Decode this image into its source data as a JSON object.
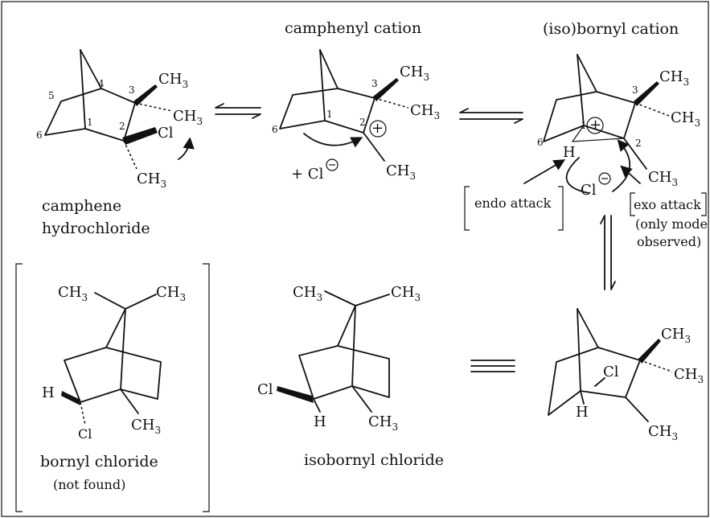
{
  "titles": {
    "camphenyl": "camphenyl cation",
    "isobornyl_cation": "(iso)bornyl cation"
  },
  "groups": {
    "ch3": "CH",
    "ch3_sub": "3",
    "cl": "Cl",
    "h": "H",
    "cl_minus": "Cl",
    "plus_cl": "+ Cl"
  },
  "numbers": {
    "n1": "1",
    "n2": "2",
    "n3": "3",
    "n4": "4",
    "n5": "5",
    "n6": "6"
  },
  "names": {
    "camphene_hcl_line1": "camphene",
    "camphene_hcl_line2": "hydrochloride",
    "bornyl": "bornyl chloride",
    "bornyl_note": "(not found)",
    "isobornyl": "isobornyl chloride"
  },
  "attacks": {
    "endo": "endo attack",
    "exo": "exo attack",
    "exo_note1": "(only mode",
    "exo_note2": "observed)"
  }
}
